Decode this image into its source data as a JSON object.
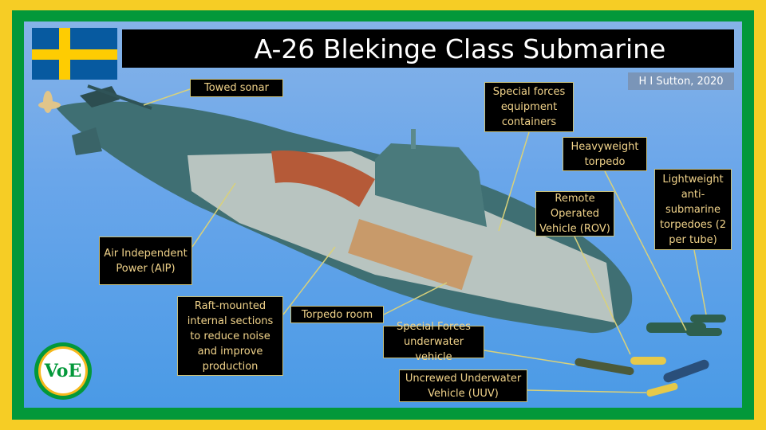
{
  "title": "A-26 Blekinge Class Submarine",
  "credit": "H I Sutton, 2020",
  "flag": "sweden-flag",
  "logo": "VoE",
  "labels": {
    "towed_sonar": "Towed sonar",
    "special_forces_containers": "Special forces equipment containers",
    "heavyweight_torpedo": "Heavyweight torpedo",
    "lightweight_torpedoes": "Lightweight anti-submarine torpedoes (2 per tube)",
    "rov": "Remote Operated Vehicle (ROV)",
    "aip": "Air Independent Power (AIP)",
    "raft": "Raft-mounted internal sections to reduce noise and improve production",
    "torpedo_room": "Torpedo room",
    "sf_vehicle": "Special Forces underwater vehicle",
    "uuv": "Uncrewed Underwater Vehicle (UUV)"
  },
  "colors": {
    "frame_outer": "#f6cd25",
    "frame_inner": "#03983a",
    "label_text": "#f1d38a"
  }
}
